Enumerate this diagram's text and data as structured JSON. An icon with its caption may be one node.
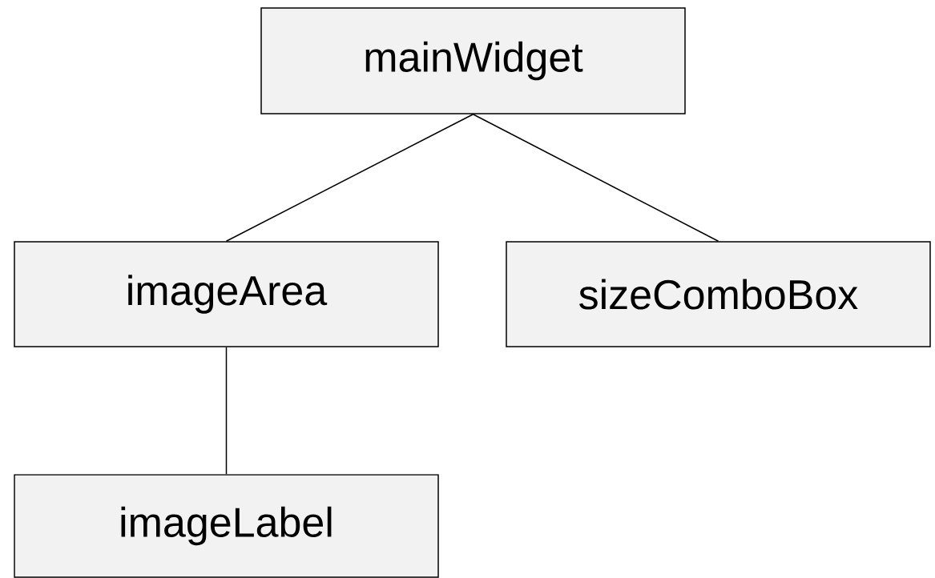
{
  "diagram": {
    "nodes": [
      {
        "text": [
          "mainWidget"
        ]
      },
      {
        "text": [
          "imageArea"
        ]
      },
      {
        "text": [
          "sizeComboBox"
        ]
      },
      {
        "text": [
          "imageLabel"
        ]
      }
    ],
    "edges": [
      {
        "from": 0,
        "to": 1,
        "arrow": "none"
      },
      {
        "from": 0,
        "to": 2,
        "arrow": "none"
      },
      {
        "from": 1,
        "to": 3,
        "arrow": "none"
      }
    ]
  }
}
